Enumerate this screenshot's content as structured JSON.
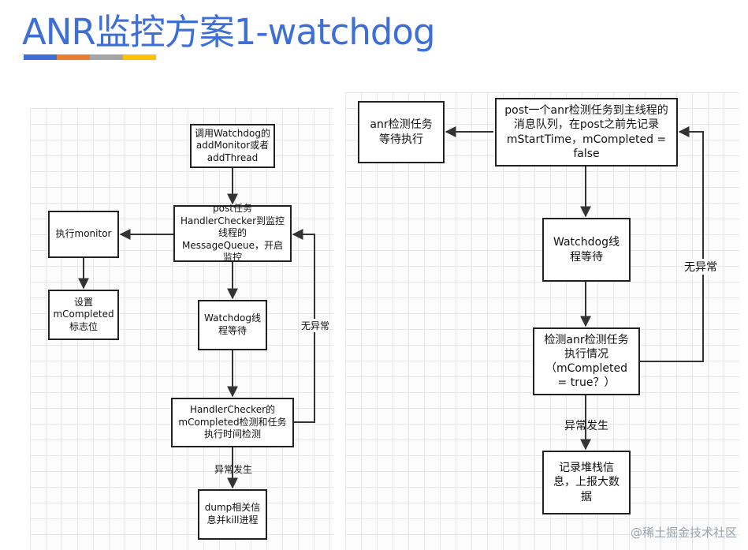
{
  "title": "ANR监控方案1-watchdog",
  "stripe_colors": [
    "#3d6fd6",
    "#ef7d31",
    "#a5a5a5",
    "#fec000"
  ],
  "left_diagram": {
    "start": "调用Watchdog的addMonitor或者addThread",
    "post": "post任务HandlerChecker到监控线程的MessageQueue，开启监控",
    "exec_monitor": "执行monitor",
    "set_flag": "设置mCompleted标志位",
    "wait": "Watchdog线程等待",
    "check": "HandlerChecker的mCompleted检测和任务执行时间检测",
    "dump": "dump相关信息并kill进程",
    "label_no_exception": "无异常",
    "label_exception": "异常发生"
  },
  "right_diagram": {
    "post": "post一个anr检测任务到主线程的消息队列，在post之前先记录mStartTime，mCompleted = false",
    "anr_task": "anr检测任务等待执行",
    "wait": "Watchdog线程等待",
    "check": "检测anr检测任务执行情况（mCompleted = true？）",
    "record": "记录堆栈信息，上报大数据",
    "label_no_exception": "无异常",
    "label_exception": "异常发生"
  },
  "watermark": "@稀土掘金技术社区"
}
